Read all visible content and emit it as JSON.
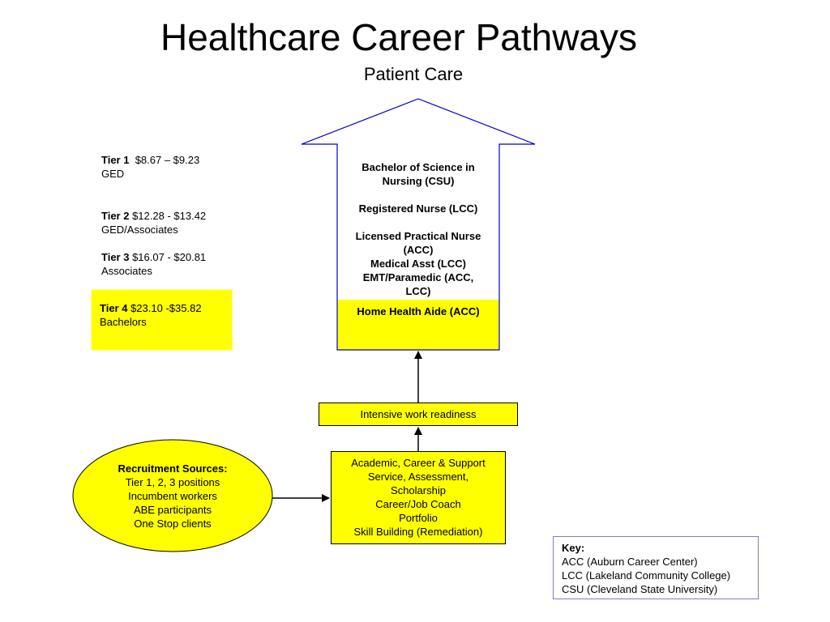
{
  "title": "Healthcare Career Pathways",
  "subtitle": "Patient Care",
  "tiers": [
    {
      "label": "Tier 4",
      "wage": "$23.10 -$35.82",
      "education": "Bachelors"
    },
    {
      "label": "Tier 3",
      "wage": "$16.07 - $20.81",
      "education": "Associates"
    },
    {
      "label": "Tier 2",
      "wage": "$12.28 - $13.42",
      "education": "GED/Associates"
    },
    {
      "label": "Tier 1",
      "wage": "$8.67 – $9.23",
      "education": "GED"
    }
  ],
  "pathway": {
    "bachelor_line1": "Bachelor of Science in",
    "bachelor_line2": "Nursing (CSU)",
    "rn": "Registered Nurse (LCC)",
    "lpn_line1": "Licensed Practical Nurse",
    "lpn_line2": "(ACC)",
    "med_asst": "Medical Asst (LCC)",
    "emt_line1": "EMT/Paramedic (ACC,",
    "emt_line2": "LCC)",
    "home_health": "Home Health Aide (ACC)"
  },
  "work_readiness": "Intensive work readiness",
  "services": [
    "Academic, Career & Support",
    "Service, Assessment,",
    "Scholarship",
    "Career/Job Coach",
    "Portfolio",
    "Skill Building (Remediation)"
  ],
  "recruitment": {
    "heading": "Recruitment Sources:",
    "items": [
      "Tier 1, 2, 3 positions",
      "Incumbent workers",
      "ABE participants",
      "One Stop clients"
    ]
  },
  "key": {
    "heading": "Key:",
    "items": [
      "ACC (Auburn Career Center)",
      "LCC (Lakeland Community College)",
      "CSU (Cleveland State University)"
    ]
  },
  "colors": {
    "highlight": "#ffff00",
    "arrow_outline": "#0000cc"
  }
}
